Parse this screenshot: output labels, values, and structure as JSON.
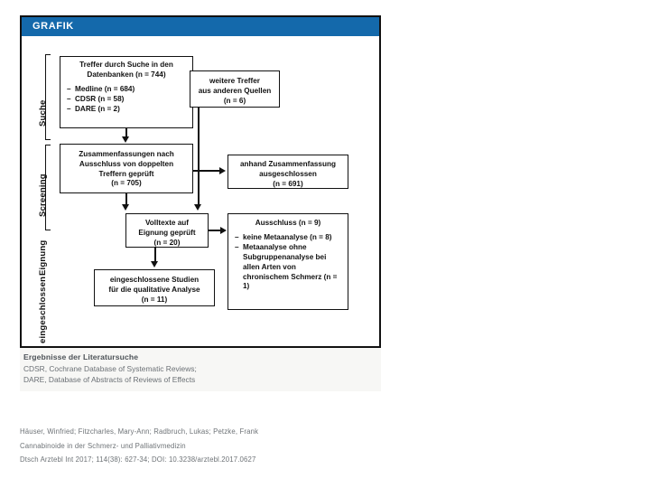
{
  "figure": {
    "header_label": "GRAFIK",
    "stages": [
      {
        "id": "suche",
        "label": "Suche"
      },
      {
        "id": "screening",
        "label": "Screening"
      },
      {
        "id": "eignung",
        "label": "Eignung"
      },
      {
        "id": "eingeschlossen",
        "label": "eingeschlossen"
      }
    ],
    "nodes": {
      "records_databases": {
        "title_lines": [
          "Treffer durch Suche in den",
          "Datenbanken (n = 744)"
        ],
        "bullets": [
          "Medline (n = 684)",
          "CDSR (n = 58)",
          "DARE (n = 2)"
        ]
      },
      "records_other_sources": {
        "title_lines": [
          "weitere Treffer",
          "aus anderen Quellen",
          "(n = 6)"
        ]
      },
      "abstracts_screened": {
        "title_lines": [
          "Zusammenfassungen nach",
          "Ausschluss von doppelten",
          "Treffern geprüft",
          "(n = 705)"
        ]
      },
      "excluded_by_abstract": {
        "title_lines": [
          "anhand Zusammenfassung",
          "ausgeschlossen",
          "(n = 691)"
        ]
      },
      "fulltext_assessed": {
        "title_lines": [
          "Volltexte auf",
          "Eignung geprüft",
          "(n = 20)"
        ]
      },
      "fulltext_excluded": {
        "title_lines": [
          "Ausschluss (n = 9)"
        ],
        "bullets": [
          "keine Metaanalyse (n = 8)",
          "Metaanalyse ohne Subgruppenanalyse bei allen Arten von chronischem Schmerz (n = 1)"
        ]
      },
      "included_studies": {
        "title_lines": [
          "eingeschlossene Studien",
          "für die qualitative Analyse",
          "(n = 11)"
        ]
      }
    }
  },
  "caption": {
    "title": "Ergebnisse der Literatursuche",
    "lines": [
      "CDSR, Cochrane Database of Systematic Reviews;",
      "DARE, Database of Abstracts of Reviews of Effects"
    ]
  },
  "citation": {
    "lines": [
      "Häuser, Winfried; Fitzcharles, Mary-Ann; Radbruch, Lukas; Petzke, Frank",
      "Cannabinoide in der Schmerz- und Palliativmedizin",
      "Dtsch Arztebl Int 2017; 114(38): 627-34; DOI: 10.3238/arztebl.2017.0627"
    ]
  },
  "colors": {
    "header_blue": "#1469ab",
    "frame_black": "#111111",
    "caption_band": "#f7f7f5",
    "caption_title_gray": "#4d5358",
    "caption_text_gray": "#6b7075",
    "citation_gray": "#6e7377"
  }
}
